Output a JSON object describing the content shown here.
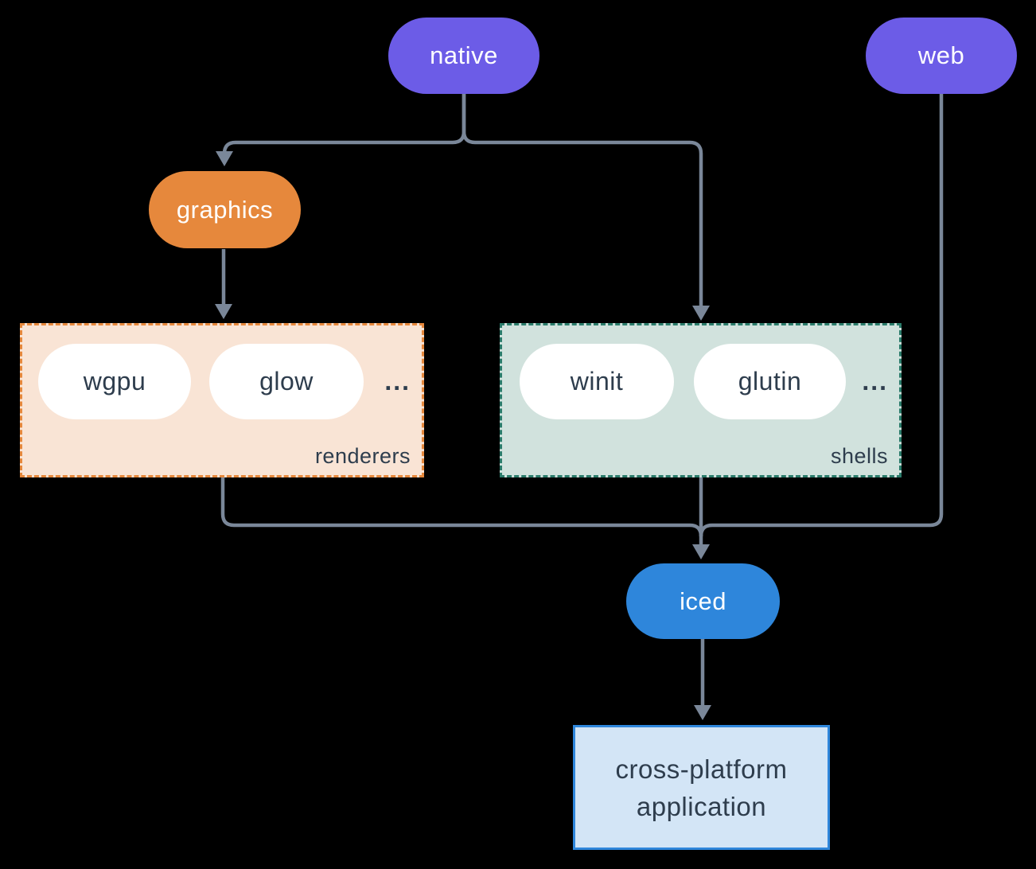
{
  "diagram": {
    "background_color": "#000000",
    "connector_color": "#7A8799",
    "nodes": {
      "native": {
        "label": "native",
        "color": "#6C5CE7",
        "text_color": "#FFFFFF"
      },
      "web": {
        "label": "web",
        "color": "#6C5CE7",
        "text_color": "#FFFFFF"
      },
      "graphics": {
        "label": "graphics",
        "color": "#E6883C",
        "text_color": "#FFFFFF"
      },
      "iced": {
        "label": "iced",
        "color": "#2E86DB",
        "text_color": "#FFFFFF"
      },
      "application": {
        "label_line1": "cross-platform",
        "label_line2": "application",
        "bg_color": "#D3E5F6",
        "border_color": "#2E86DB",
        "text_color": "#2E3D4D"
      }
    },
    "groups": {
      "renderers": {
        "label": "renderers",
        "bg_color": "#F9E4D5",
        "border_color": "#E6883C",
        "items": [
          "wgpu",
          "glow"
        ],
        "ellipsis": "...",
        "item_text_color": "#2E3D4D"
      },
      "shells": {
        "label": "shells",
        "bg_color": "#D1E2DD",
        "border_color": "#2B7C6B",
        "items": [
          "winit",
          "glutin"
        ],
        "ellipsis": "...",
        "item_text_color": "#2E3D4D"
      }
    },
    "edges": [
      {
        "from": "native",
        "to": "graphics"
      },
      {
        "from": "native",
        "to": "shells"
      },
      {
        "from": "graphics",
        "to": "renderers"
      },
      {
        "from": "renderers",
        "to": "iced"
      },
      {
        "from": "shells",
        "to": "iced"
      },
      {
        "from": "web",
        "to": "iced"
      },
      {
        "from": "iced",
        "to": "application"
      }
    ]
  }
}
